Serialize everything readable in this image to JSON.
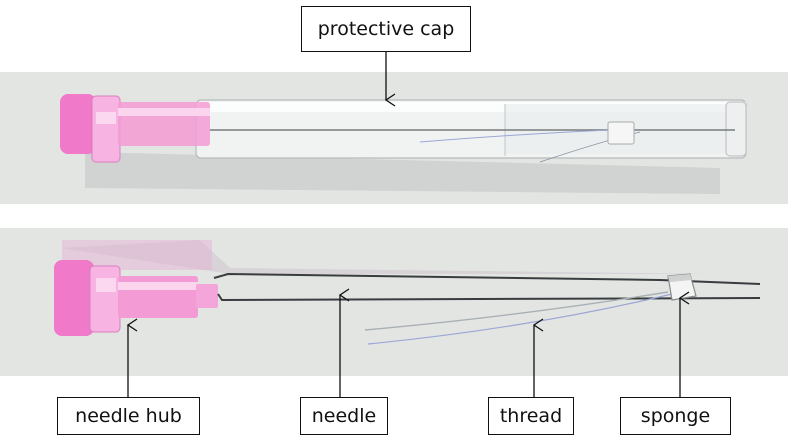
{
  "labels": {
    "protective_cap": "protective cap",
    "needle_hub": "needle hub",
    "needle": "needle",
    "thread": "thread",
    "sponge": "sponge"
  },
  "colors": {
    "photo_background": "#e3e5e3",
    "hub_pink": "#f07ac9",
    "hub_light": "#f7b3e2",
    "cap_clear": "#f1f3f3",
    "needle_steel": "#3a3d3f",
    "thread_blue": "#9aa6d6",
    "sponge_white": "#f4f4f4"
  }
}
